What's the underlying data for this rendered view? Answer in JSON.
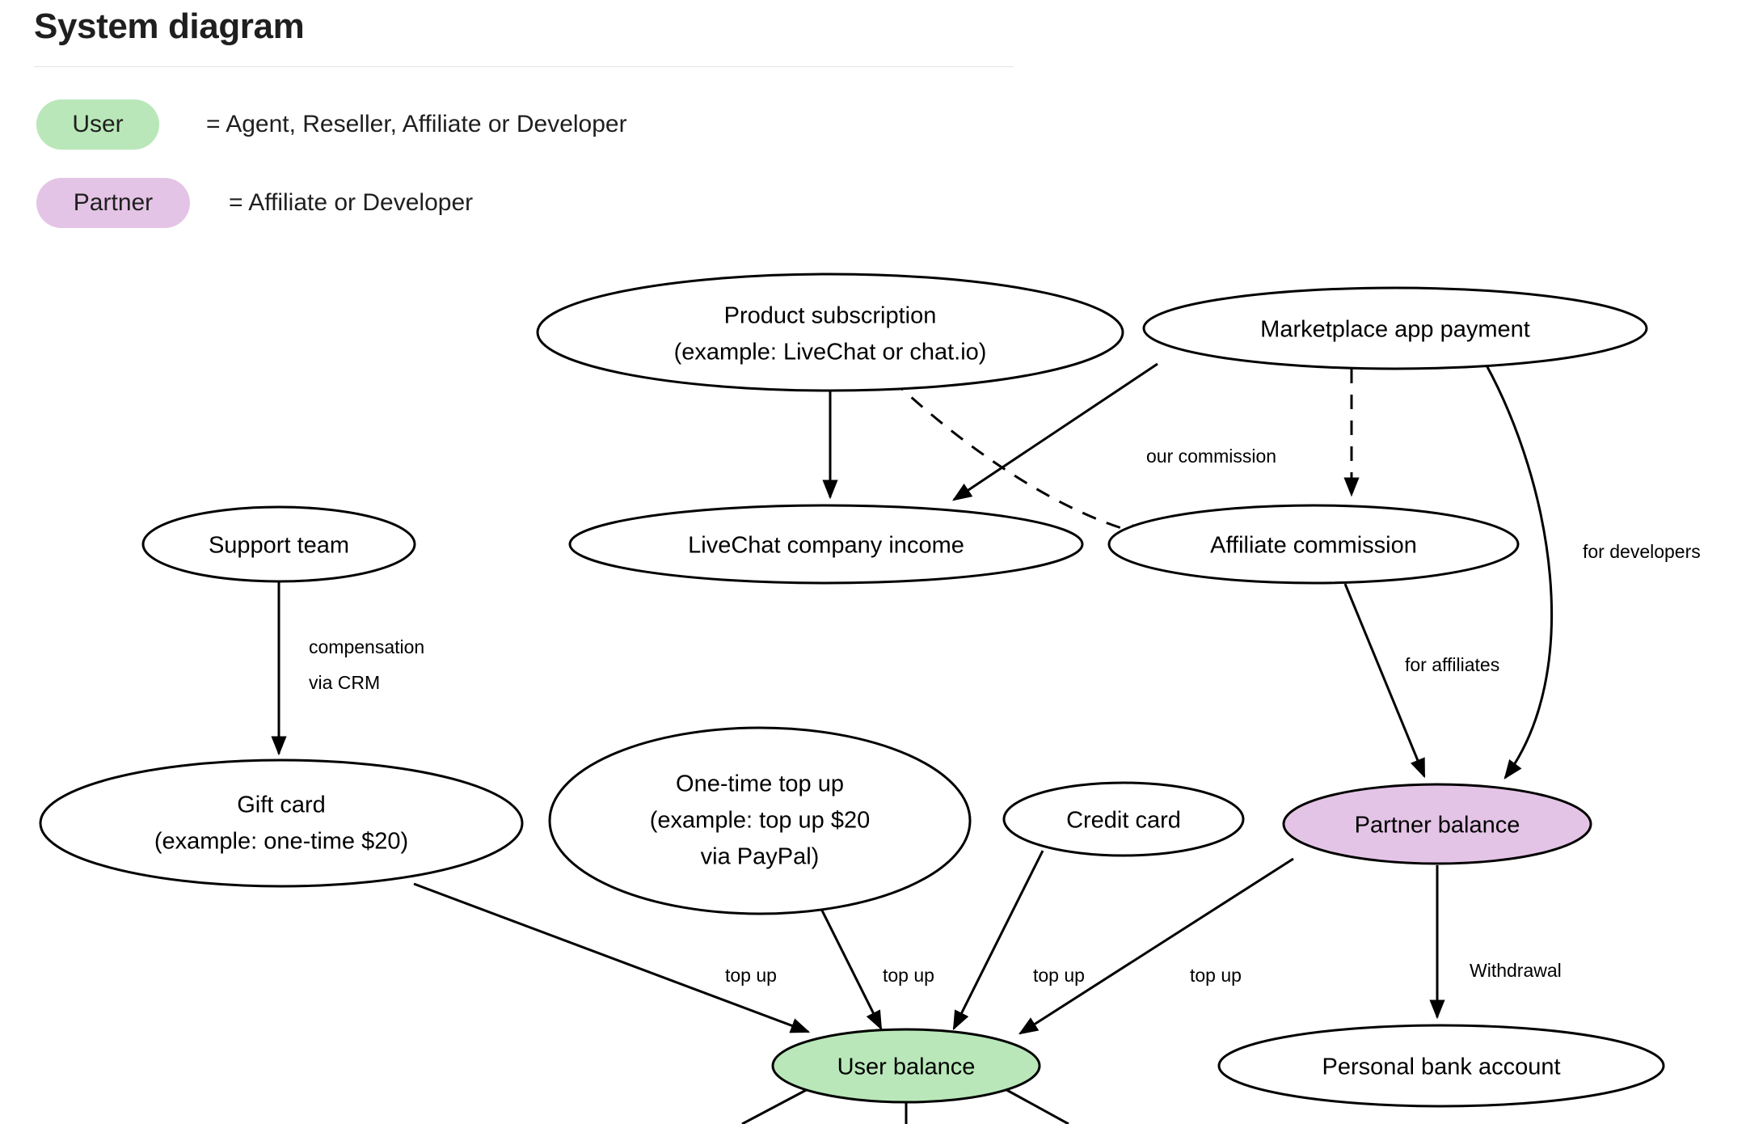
{
  "header": {
    "title": "System diagram"
  },
  "legend": [
    {
      "pill": "User",
      "definition": "= Agent, Reseller, Affiliate or Developer",
      "color": "#b9e7b9"
    },
    {
      "pill": "Partner",
      "definition": "= Affiliate or Developer",
      "color": "#e4c4e6"
    }
  ],
  "colors": {
    "user_green": "#b9e7b9",
    "partner_purple": "#e4c4e6",
    "node_stroke": "#000000",
    "node_fill": "#ffffff",
    "text": "#000000"
  },
  "nodes": [
    {
      "id": "product-subscription",
      "lines": [
        "Product subscription",
        "(example: LiveChat or chat.io)"
      ],
      "fill": "#ffffff"
    },
    {
      "id": "marketplace-app-payment",
      "lines": [
        "Marketplace app payment"
      ],
      "fill": "#ffffff"
    },
    {
      "id": "support-team",
      "lines": [
        "Support team"
      ],
      "fill": "#ffffff"
    },
    {
      "id": "livechat-company-income",
      "lines": [
        "LiveChat company income"
      ],
      "fill": "#ffffff"
    },
    {
      "id": "affiliate-commission",
      "lines": [
        "Affiliate commission"
      ],
      "fill": "#ffffff"
    },
    {
      "id": "gift-card",
      "lines": [
        "Gift card",
        "(example: one-time $20)"
      ],
      "fill": "#ffffff"
    },
    {
      "id": "one-time-top-up",
      "lines": [
        "One-time top up",
        "(example: top up $20",
        "via PayPal)"
      ],
      "fill": "#ffffff"
    },
    {
      "id": "credit-card",
      "lines": [
        "Credit card"
      ],
      "fill": "#ffffff"
    },
    {
      "id": "partner-balance",
      "lines": [
        "Partner balance"
      ],
      "fill": "#e4c4e6"
    },
    {
      "id": "user-balance",
      "lines": [
        "User balance"
      ],
      "fill": "#b9e7b9"
    },
    {
      "id": "personal-bank-account",
      "lines": [
        "Personal bank account"
      ],
      "fill": "#ffffff"
    }
  ],
  "node_text": {
    "product_subscription_1": "Product subscription",
    "product_subscription_2": "(example: LiveChat or chat.io)",
    "marketplace_app_payment": "Marketplace app payment",
    "support_team": "Support team",
    "livechat_company_income": "LiveChat company income",
    "affiliate_commission": "Affiliate commission",
    "gift_card_1": "Gift card",
    "gift_card_2": "(example: one-time $20)",
    "one_time_top_up_1": "One-time top up",
    "one_time_top_up_2": "(example: top up $20",
    "one_time_top_up_3": "via PayPal)",
    "credit_card": "Credit card",
    "partner_balance": "Partner balance",
    "user_balance": "User balance",
    "personal_bank_account": "Personal bank account"
  },
  "edge_labels": {
    "our_commission": "our commission",
    "for_developers": "for developers",
    "for_affiliates": "for affiliates",
    "compensation": "compensation",
    "via_crm": "via CRM",
    "withdrawal": "Withdrawal",
    "top_up_1": "top up",
    "top_up_2": "top up",
    "top_up_3": "top up",
    "top_up_4": "top up"
  },
  "edges": [
    {
      "from": "product-subscription",
      "to": "livechat-company-income",
      "style": "solid",
      "label": ""
    },
    {
      "from": "product-subscription",
      "to": "affiliate-commission",
      "style": "dashed",
      "label": ""
    },
    {
      "from": "marketplace-app-payment",
      "to": "livechat-company-income",
      "style": "solid",
      "label": "our commission"
    },
    {
      "from": "marketplace-app-payment",
      "to": "affiliate-commission",
      "style": "dashed",
      "label": ""
    },
    {
      "from": "marketplace-app-payment",
      "to": "partner-balance",
      "style": "solid",
      "label": "for developers"
    },
    {
      "from": "affiliate-commission",
      "to": "partner-balance",
      "style": "solid",
      "label": "for affiliates"
    },
    {
      "from": "support-team",
      "to": "gift-card",
      "style": "solid",
      "label": "compensation via CRM"
    },
    {
      "from": "gift-card",
      "to": "user-balance",
      "style": "solid",
      "label": "top up"
    },
    {
      "from": "one-time-top-up",
      "to": "user-balance",
      "style": "solid",
      "label": "top up"
    },
    {
      "from": "credit-card",
      "to": "user-balance",
      "style": "solid",
      "label": "top up"
    },
    {
      "from": "partner-balance",
      "to": "user-balance",
      "style": "solid",
      "label": "top up"
    },
    {
      "from": "partner-balance",
      "to": "personal-bank-account",
      "style": "solid",
      "label": "Withdrawal"
    }
  ]
}
